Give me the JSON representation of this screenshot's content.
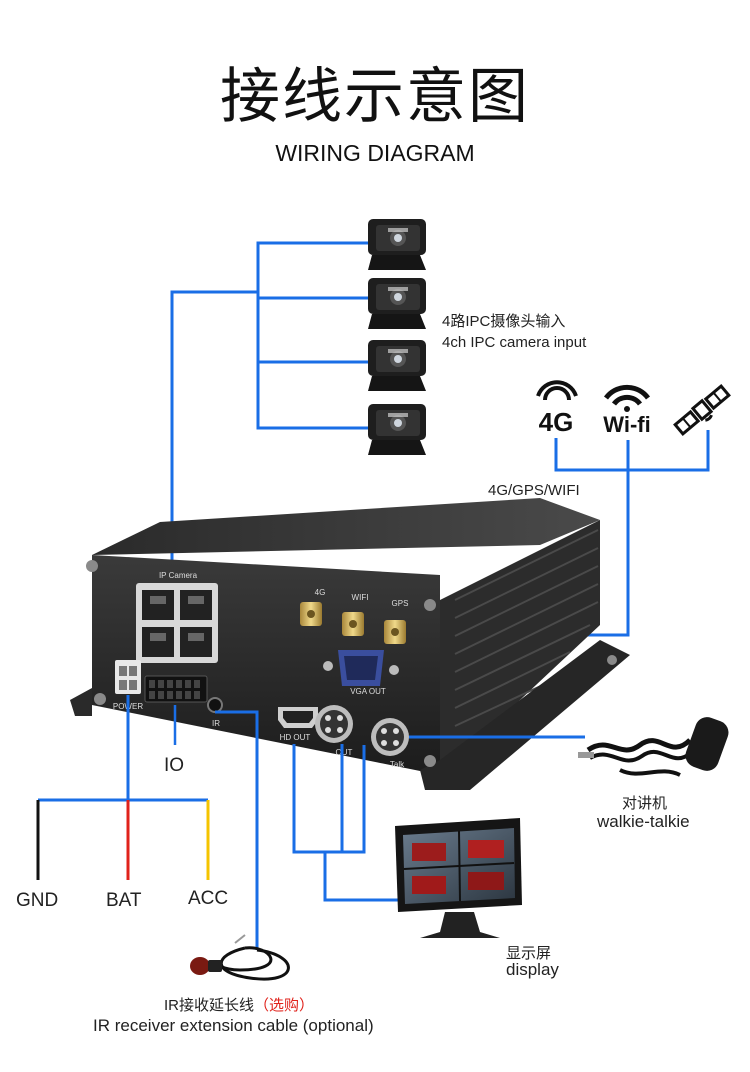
{
  "header": {
    "title_cn": "接线示意图",
    "title_en": "WIRING DIAGRAM"
  },
  "cameras": {
    "label_cn": "4路IPC摄像头输入",
    "label_en": "4ch IPC camera input",
    "count": 4
  },
  "network": {
    "icon_4g_text": "4G",
    "icon_wifi_text": "Wi-fi",
    "label": "4G/GPS/WIFI"
  },
  "device": {
    "ports": {
      "ip_camera": "IP Camera",
      "antenna_4g": "4G",
      "antenna_wifi": "WIFI",
      "antenna_gps": "GPS",
      "vga_out": "VGA OUT",
      "hd_out": "HD OUT",
      "av_out": "OUT",
      "talk": "Talk",
      "power": "POWER",
      "ir": "IR"
    }
  },
  "connectors": {
    "io": "IO",
    "gnd": "GND",
    "bat": "BAT",
    "acc": "ACC"
  },
  "walkie": {
    "label_cn": "对讲机",
    "label_en": "walkie-talkie"
  },
  "display": {
    "label_cn": "显示屏",
    "label_en": "display"
  },
  "ir_cable": {
    "label_cn": "IR接收延长线",
    "label_optional_cn": "（选购）",
    "label_en": "IR receiver extension cable (optional)"
  },
  "colors": {
    "wire_blue": "#1a6ee6",
    "wire_black": "#111111",
    "wire_red": "#e0221b",
    "wire_yellow": "#f5c400",
    "optional_red": "#e0221b"
  }
}
